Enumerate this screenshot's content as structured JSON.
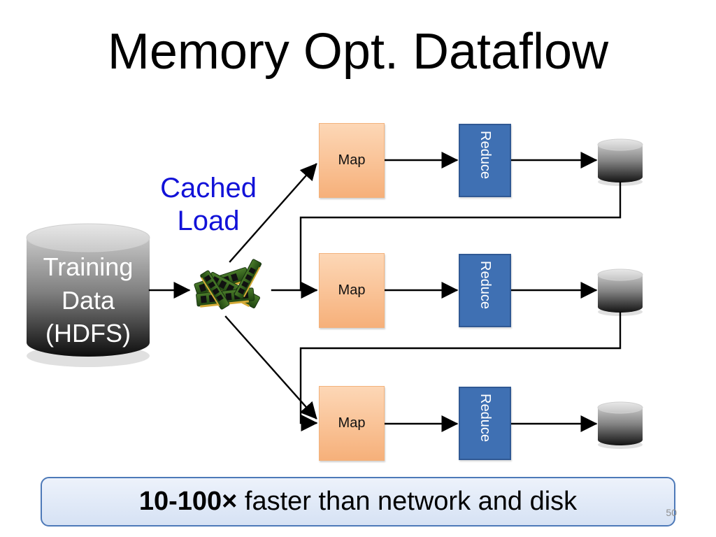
{
  "slide": {
    "title": "Memory Opt. Dataflow",
    "cached_load": "Cached Load",
    "training_data": "Training Data (HDFS)",
    "map_boxes": [
      {
        "label": "Map"
      },
      {
        "label": "Map"
      },
      {
        "label": "Map"
      }
    ],
    "reduce_boxes": [
      {
        "label": "Reduce"
      },
      {
        "label": "Reduce"
      },
      {
        "label": "Reduce"
      }
    ],
    "note": {
      "bold": "10-100×",
      "rest": " faster than network and disk"
    },
    "slide_number": "50"
  },
  "colors": {
    "title": "#000000",
    "cached_load": "#1212d8",
    "map_fill_top": "#fdd7b6",
    "map_fill_bottom": "#f6b07a",
    "reduce_fill": "#3f70b3",
    "note_border": "#4d79b8",
    "note_fill": "#dfe8f6",
    "slide_number": "#8f8f8f"
  },
  "icons": {
    "training_db": "database-cylinder-icon",
    "memory_cache": "ram-modules-icon",
    "output_store": "storage-cylinder-icon"
  }
}
